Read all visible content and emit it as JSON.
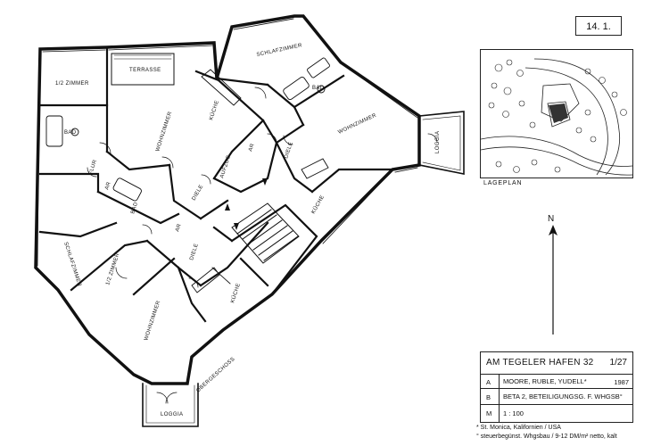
{
  "sheet_number": "14. 1.",
  "rooms": {
    "half_room_top": "1/2 ZIMMER",
    "terrace": "TERRASSE",
    "bath_left": "BAD",
    "living_left": "WOHNZIMMER",
    "kitchen_top": "KÜCHE",
    "bedroom_top": "SCHLAFZIMMER",
    "bath_top": "BAD",
    "living_right": "WOHNZIMMER",
    "hall_ar": "AR",
    "lift": "AUFZUG",
    "hall_top_right": "DIELE",
    "hall_top_left": "DIELE",
    "hall_flur": "FLUR",
    "ar_left": "AR",
    "bath_mid": "BAD",
    "ar_mid": "AR",
    "kitchen_right": "KÜCHE",
    "bedroom_left": "SCHLAFZIMMER",
    "half_room_bottom": "1/2 ZIMMER",
    "hall_bottom": "DIELE",
    "kitchen_bottom": "KÜCHE",
    "living_bottom": "WOHNZIMMER",
    "loggia_right": "LOGGIA",
    "loggia_bottom": "LOGGIA",
    "floor_label": "OBERGESCHOSS"
  },
  "site_plan": {
    "caption": "LAGEPLAN"
  },
  "north": {
    "label": "N"
  },
  "info_table": {
    "title": "AM TEGELER HAFEN 32",
    "title_number": "1/27",
    "rows": [
      {
        "key": "A",
        "value": "MOORE, RUBLE, YUDELL*",
        "extra": "1987"
      },
      {
        "key": "B",
        "value": "BETA 2, BETEILIGUNGSG. F. WHGSB°",
        "extra": ""
      },
      {
        "key": "M",
        "value": "1 : 100",
        "extra": ""
      }
    ]
  },
  "footnotes": {
    "note_1": "* St. Monica, Kalifornien / USA",
    "note_2": "° steuerbegünst. Whgsbau / 9-12 DM/m² netto, kalt"
  }
}
